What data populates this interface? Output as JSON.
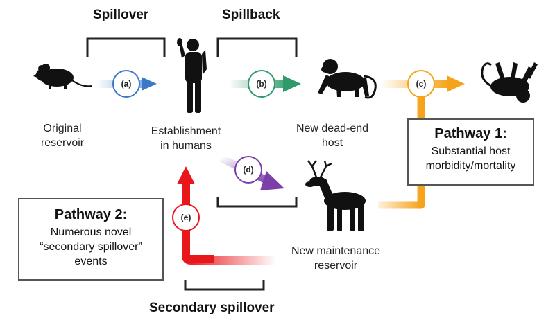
{
  "headings": {
    "spillover": "Spillover",
    "spillback": "Spillback",
    "secondary": "Secondary spillover"
  },
  "nodes": {
    "original_reservoir": [
      "Original",
      "reservoir"
    ],
    "humans": [
      "Establishment",
      "in humans"
    ],
    "dead_end": [
      "New dead-end",
      "host"
    ],
    "maintenance": [
      "New maintenance",
      "reservoir"
    ]
  },
  "steps": {
    "a": "(a)",
    "b": "(b)",
    "c": "(c)",
    "d": "(d)",
    "e": "(e)"
  },
  "pathway1": {
    "title": "Pathway 1:",
    "lines": [
      "Substantial host",
      "morbidity/mortality"
    ]
  },
  "pathway2": {
    "title": "Pathway 2:",
    "lines": [
      "Numerous novel",
      "“secondary spillover”",
      "events"
    ]
  },
  "colors": {
    "a": "#3a78c8",
    "b": "#2f9a6a",
    "c": "#f5a31a",
    "d": "#7a3fa8",
    "e": "#e8171b",
    "bracket": "#222",
    "silhouette": "#111"
  },
  "icons": [
    "mouse-icon",
    "human-icon",
    "monkey-icon",
    "dead-monkey-icon",
    "deer-icon"
  ]
}
